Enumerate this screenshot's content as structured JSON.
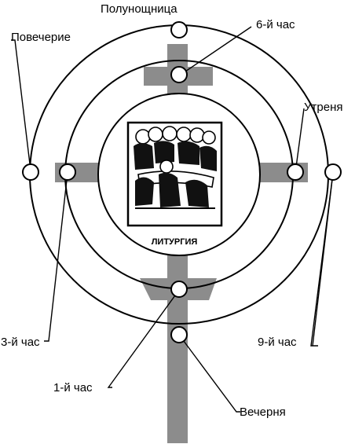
{
  "diagram": {
    "center_label": "ЛИТУРГИЯ",
    "labels": {
      "polunoshchnitsa": "Полунощница",
      "hour6": "6-й час",
      "povecherie": "Повечерие",
      "utrenya": "Утреня",
      "hour3": "3-й час",
      "hour9": "9-й час",
      "hour1": "1-й час",
      "vechernya": "Вечерня"
    }
  }
}
